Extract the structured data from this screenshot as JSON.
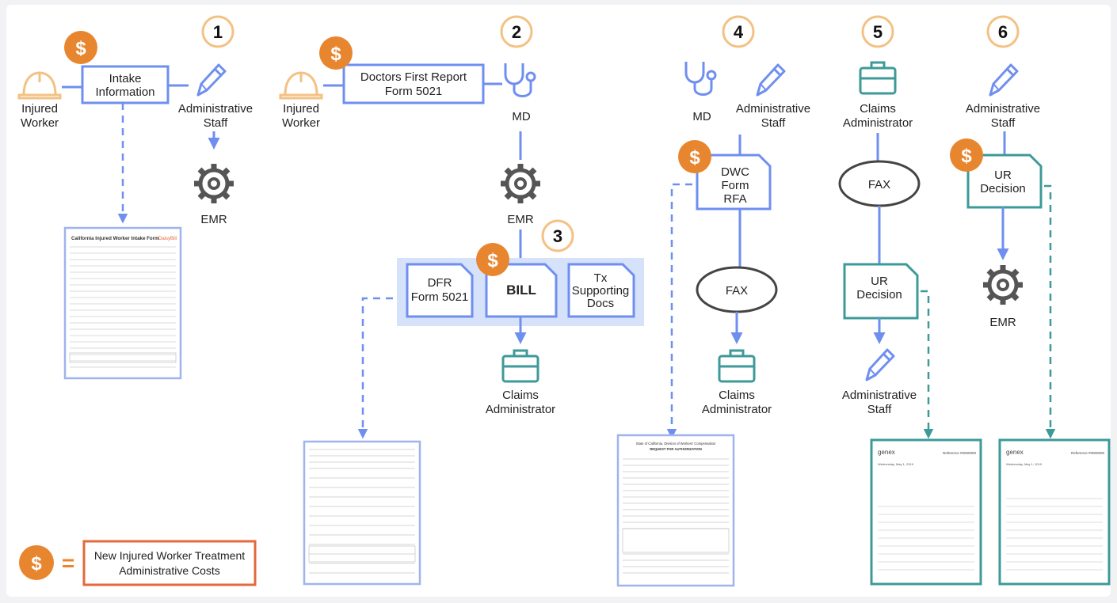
{
  "steps": {
    "s1": "1",
    "s2": "2",
    "s3": "3",
    "s4": "4",
    "s5": "5",
    "s6": "6"
  },
  "dollar": "$",
  "legend": {
    "symbol": "$",
    "equals": "=",
    "line1": "New Injured Worker Treatment",
    "line2": "Administrative Costs"
  },
  "actors": {
    "injured_worker": [
      "Injured",
      "Worker"
    ],
    "administrative_staff": [
      "Administrative",
      "Staff"
    ],
    "md": "MD",
    "emr": "EMR",
    "claims_administrator": [
      "Claims",
      "Administrator"
    ]
  },
  "boxes": {
    "intake": [
      "Intake",
      "Information"
    ],
    "doctors_first_report": [
      "Doctors First Report",
      "Form 5021"
    ],
    "dfr": [
      "DFR",
      "Form 5021"
    ],
    "bill": "BILL",
    "tx_docs": [
      "Tx",
      "Supporting",
      "Docs"
    ],
    "dwc_rfa": [
      "DWC",
      "Form",
      "RFA"
    ],
    "fax": "FAX",
    "ur_decision": [
      "UR",
      "Decision"
    ]
  },
  "thumbnails": {
    "intake_form_title": "California Injured Worker Intake Form",
    "intake_form_brand": "DaisyBill",
    "rfa_title": "State of California, Division of Workers' Compensation",
    "rfa_subtitle": "REQUEST FOR AUTHORIZATION",
    "letter_brand": "genex",
    "letter_number": "Reference #0000000",
    "letter_date": "Wednesday, May 1, 2019"
  },
  "colors": {
    "blue": "#6f8ff0",
    "orange": "#e8862f",
    "orange_light": "#f4c183",
    "teal": "#3d9a98",
    "gray": "#555555",
    "highlight": "#d5e2f9",
    "legend_border": "#e36a3c"
  }
}
